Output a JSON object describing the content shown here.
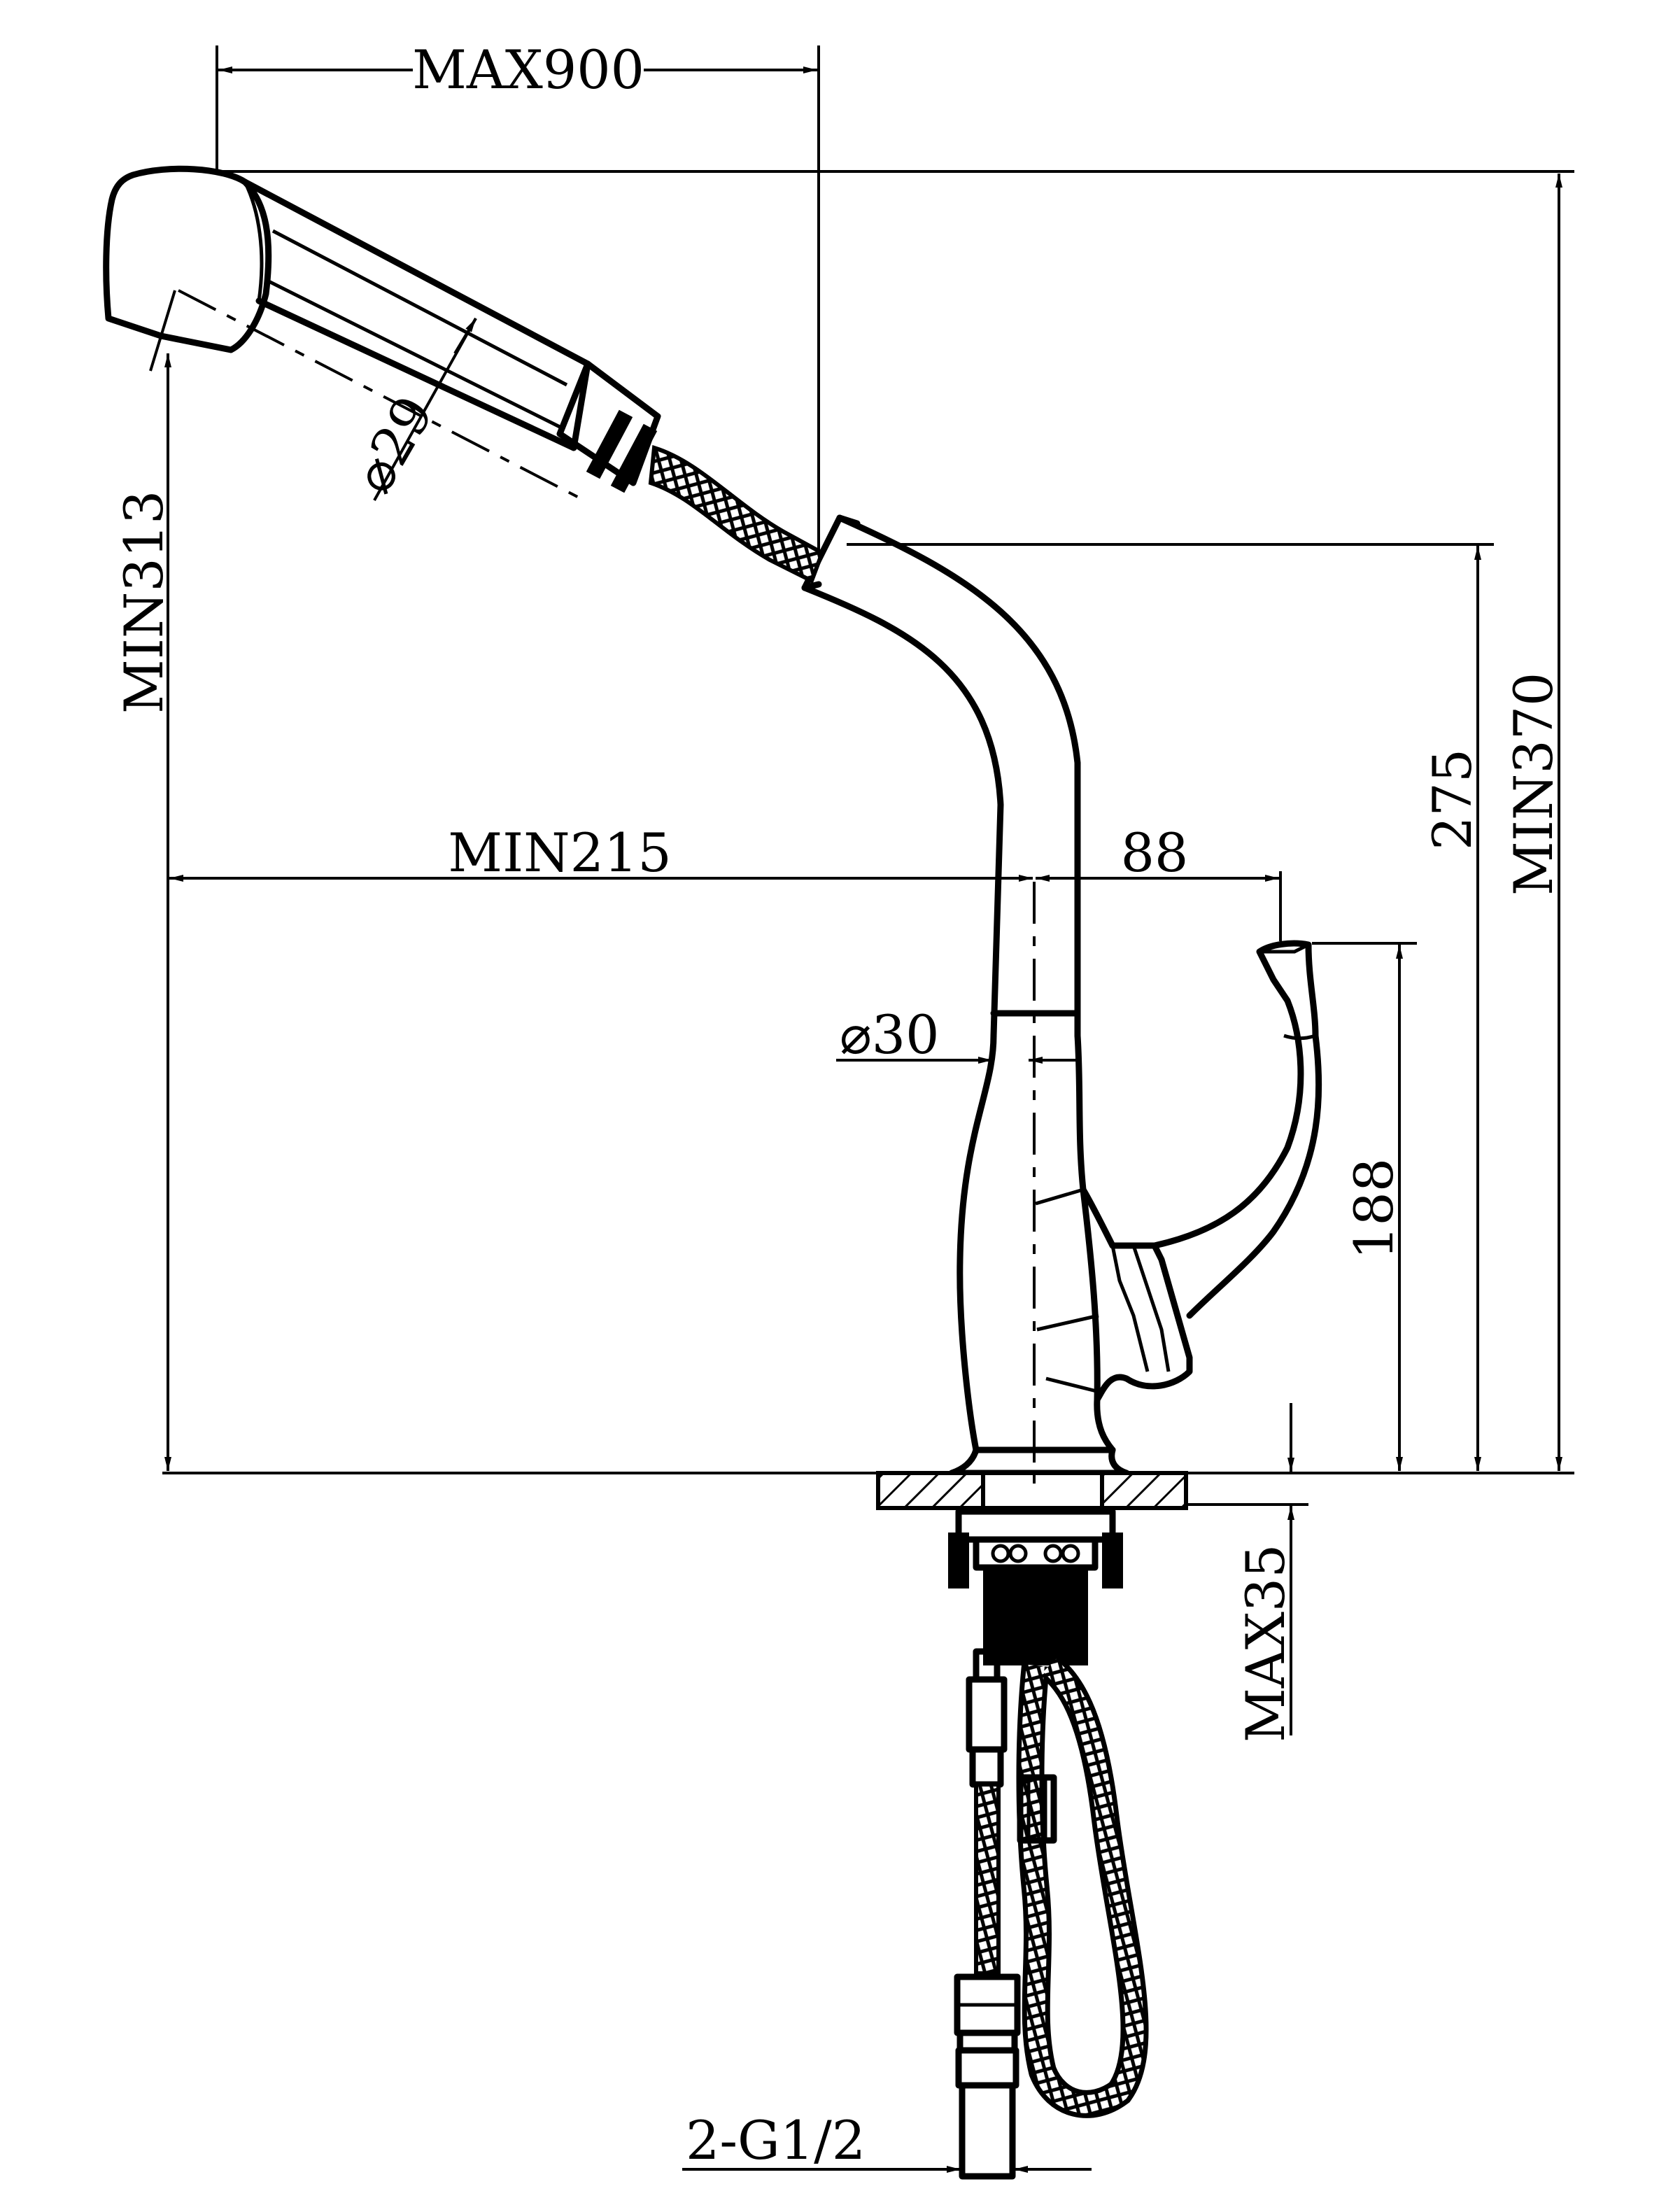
{
  "drawing": {
    "ink_color": "#000000",
    "paper_color": "#ffffff"
  },
  "dimensions": {
    "max_pull_out": "MAX900",
    "spray_head_diameter": "⌀29",
    "spout_reach": "MIN215",
    "handle_offset": "88",
    "body_diameter": "⌀30",
    "height_to_handle": "188",
    "height_to_spout": "275",
    "total_height": "MIN370",
    "height_to_hand_shower": "MIN313",
    "max_deck_thickness": "MAX35",
    "inlet_thread": "2-G1/2"
  }
}
